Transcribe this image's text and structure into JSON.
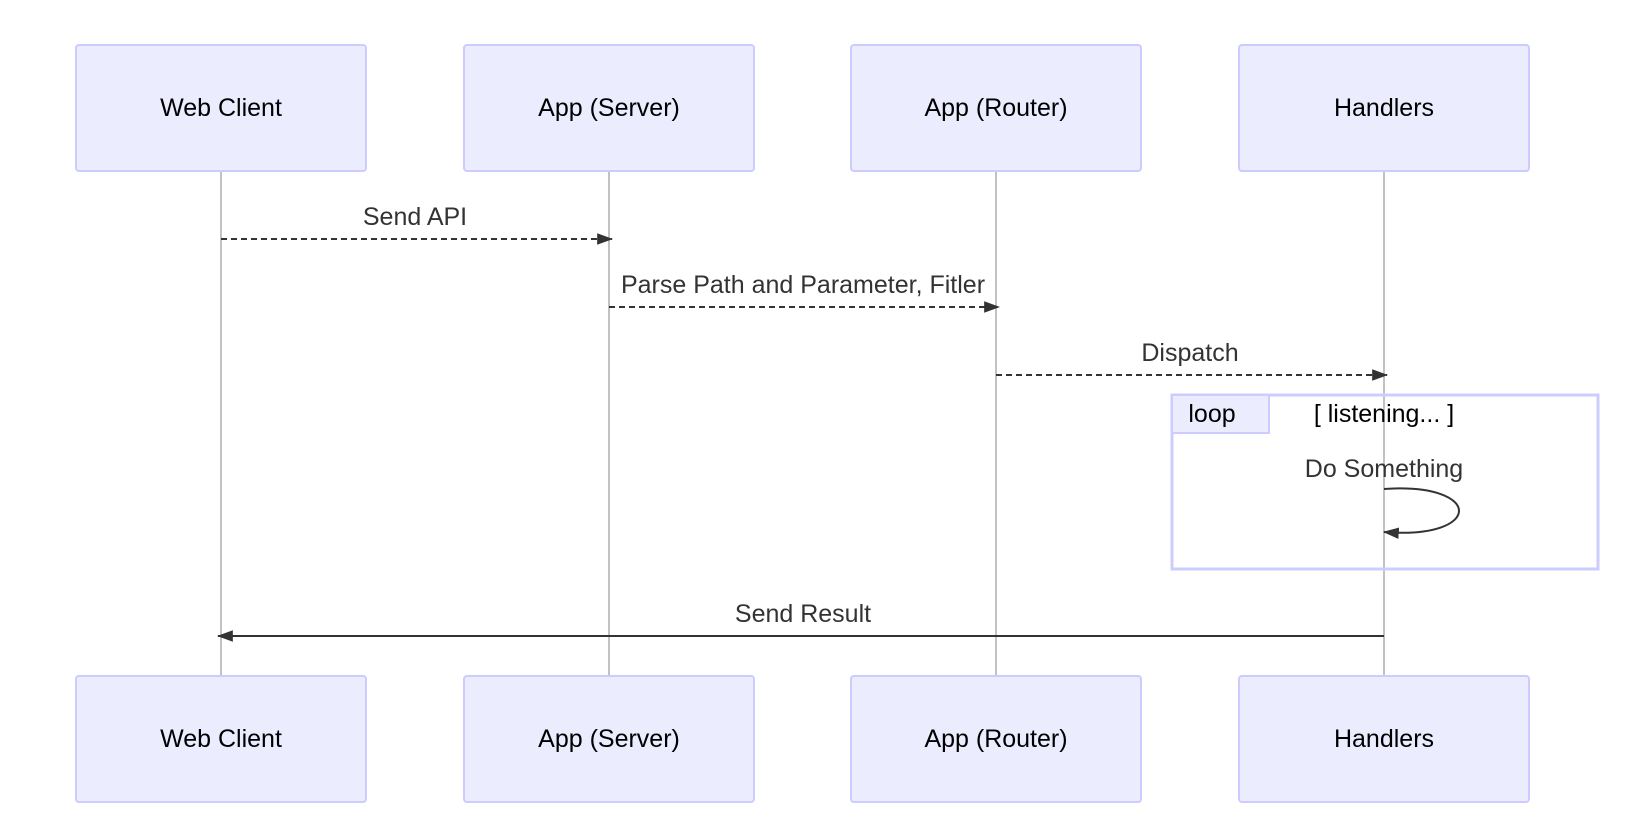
{
  "actors": [
    {
      "id": "web-client",
      "label": "Web Client"
    },
    {
      "id": "app-server",
      "label": "App (Server)"
    },
    {
      "id": "app-router",
      "label": "App (Router)"
    },
    {
      "id": "handlers",
      "label": "Handlers"
    }
  ],
  "messages": [
    {
      "id": "send-api",
      "from": 0,
      "to": 1,
      "label": "Send API",
      "style": "dashed"
    },
    {
      "id": "parse-path",
      "from": 1,
      "to": 2,
      "label": "Parse Path and Parameter, Fitler",
      "style": "dashed"
    },
    {
      "id": "dispatch",
      "from": 2,
      "to": 3,
      "label": "Dispatch",
      "style": "dashed"
    },
    {
      "id": "do-something",
      "from": 3,
      "to": 3,
      "label": "Do Something",
      "style": "solid"
    },
    {
      "id": "send-result",
      "from": 3,
      "to": 0,
      "label": "Send Result",
      "style": "solid"
    }
  ],
  "loop": {
    "label": "loop",
    "condition": "[ listening... ]"
  },
  "colors": {
    "actor_fill": "#ECECFF",
    "actor_border": "#CCCCFF",
    "line": "#333333",
    "lifeline": "#9a9a9a"
  }
}
